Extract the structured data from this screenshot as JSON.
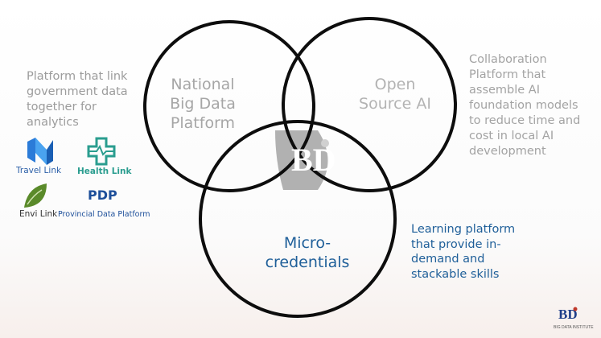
{
  "left_description": "Platform that link government data together for analytics",
  "right_description": "Collaboration Platform that assemble AI foundation models to reduce time and cost in local AI development",
  "bottom_description": "Learning platform that provide in-demand and stackable skills",
  "circles": {
    "national": "National Big Data Platform",
    "opensource": "Open Source AI",
    "micro": "Micro-credentials"
  },
  "center_logo_text": "BD",
  "logos": {
    "travel": "Travel Link",
    "health": "Health Link",
    "envi": "Envi Link",
    "pdp_mark": "PDP",
    "pdp_name": "Provincial Data Platform"
  },
  "footer_logo": {
    "mark": "BD",
    "caption": "BIG DATA INSTITUTE"
  },
  "colors": {
    "accent_blue": "#1f5f99",
    "health_teal": "#2a9d8f",
    "envi_green": "#5a8a2a",
    "travel_blue": "#2b7bd8",
    "footer_red": "#c0392b"
  }
}
